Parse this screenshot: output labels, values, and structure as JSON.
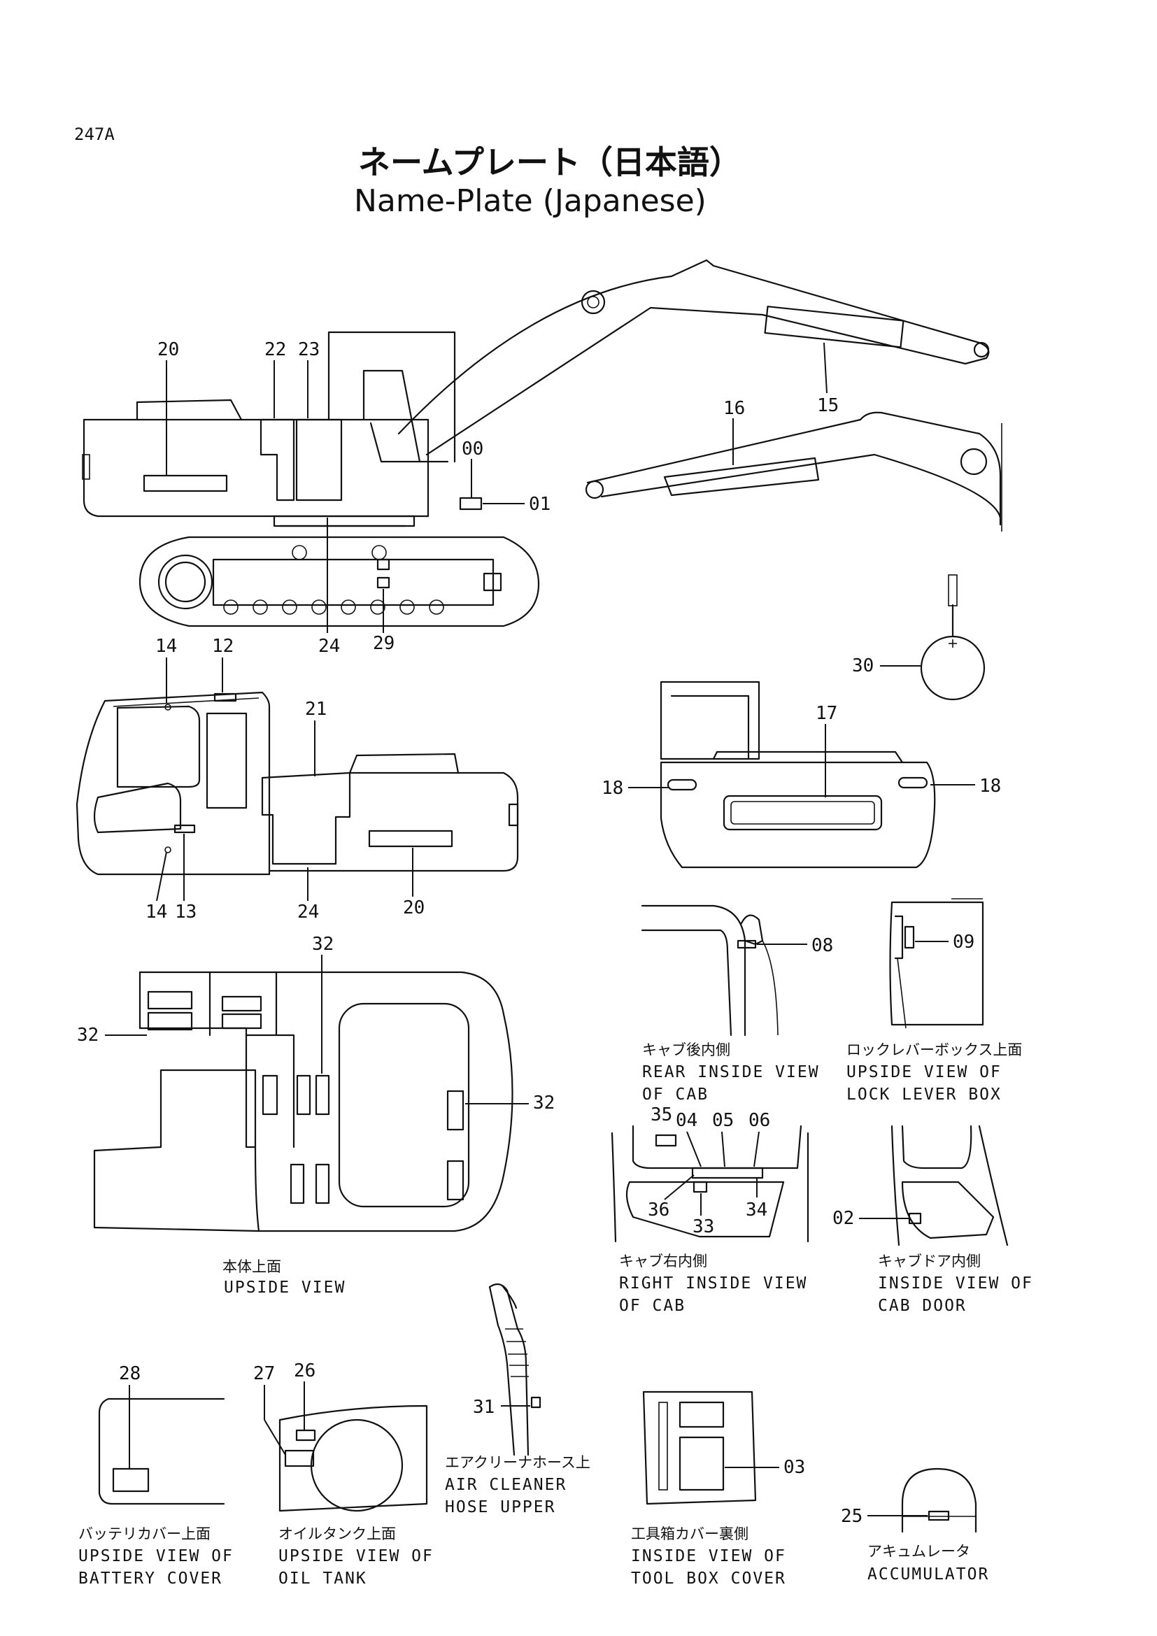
{
  "page": {
    "id": "247A"
  },
  "title": {
    "jp": "ネームプレート（日本語）",
    "en": "Name-Plate (Japanese)"
  },
  "callouts": {
    "c20a": "20",
    "c22": "22",
    "c23": "23",
    "c00": "00",
    "c01": "01",
    "c16": "16",
    "c15": "15",
    "c24a": "24",
    "c29": "29",
    "c14a": "14",
    "c12": "12",
    "c21": "21",
    "c14b": "14",
    "c13": "13",
    "c24b": "24",
    "c20b": "20",
    "c30": "30",
    "c17": "17",
    "c18a": "18",
    "c18b": "18",
    "c32a": "32",
    "c32b": "32",
    "c32c": "32",
    "c08": "08",
    "c09": "09",
    "c35": "35",
    "c04": "04",
    "c05": "05",
    "c06": "06",
    "c36": "36",
    "c34": "34",
    "c33": "33",
    "c02": "02",
    "c28": "28",
    "c27": "27",
    "c26": "26",
    "c31": "31",
    "c03": "03",
    "c25": "25"
  },
  "captions": {
    "upside": {
      "jp": "本体上面",
      "en1": "UPSIDE  VIEW"
    },
    "rear_cab": {
      "jp": "キャブ後内側",
      "en1": "REAR  INSIDE  VIEW",
      "en2": "OF  CAB"
    },
    "lock_lever": {
      "jp": "ロックレバーボックス上面",
      "en1": "UPSIDE  VIEW  OF",
      "en2": "LOCK  LEVER  BOX"
    },
    "right_cab": {
      "jp": "キャブ右内側",
      "en1": "RIGHT  INSIDE  VIEW",
      "en2": "OF  CAB"
    },
    "cab_door": {
      "jp": "キャブドア内側",
      "en1": "INSIDE  VIEW  OF",
      "en2": "CAB  DOOR"
    },
    "air_cleaner": {
      "jp": "エアクリーナホース上",
      "en1": "AIR  CLEANER",
      "en2": "HOSE  UPPER"
    },
    "battery": {
      "jp": "バッテリカバー上面",
      "en1": "UPSIDE  VIEW  OF",
      "en2": "BATTERY  COVER"
    },
    "oil_tank": {
      "jp": "オイルタンク上面",
      "en1": "UPSIDE  VIEW  OF",
      "en2": "OIL  TANK"
    },
    "tool_box": {
      "jp": "工具箱カバー裏側",
      "en1": "INSIDE  VIEW  OF",
      "en2": "TOOL  BOX  COVER"
    },
    "accumulator": {
      "jp": "アキュムレータ",
      "en1": "ACCUMULATOR"
    }
  }
}
